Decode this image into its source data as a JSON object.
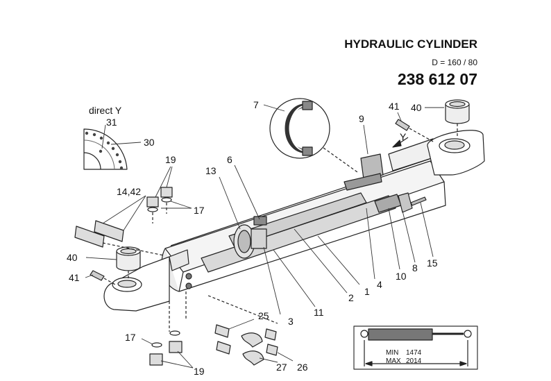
{
  "title": {
    "main": "HYDRAULIC CYLINDER",
    "dimension": "D = 160 / 80",
    "part_number": "238 612 07"
  },
  "view": {
    "detail_label": "direct Y",
    "arrow_label": "Y"
  },
  "stroke": {
    "min_label": "MIN",
    "min_value": "1474",
    "max_label": "MAX",
    "max_value": "2014"
  },
  "callouts": {
    "c1": "1",
    "c2": "2",
    "c3": "3",
    "c4": "4",
    "c6": "6",
    "c7": "7",
    "c8": "8",
    "c9": "9",
    "c10": "10",
    "c11": "11",
    "c13": "13",
    "c14_42": "14,42",
    "c15": "15",
    "c17_top": "17",
    "c17_bottom": "17",
    "c19_top": "19",
    "c19_bottom": "19",
    "c25": "25",
    "c26": "26",
    "c27": "27",
    "c30": "30",
    "c31": "31",
    "c40_top": "40",
    "c40_left": "40",
    "c41_top": "41",
    "c41_left": "41"
  }
}
